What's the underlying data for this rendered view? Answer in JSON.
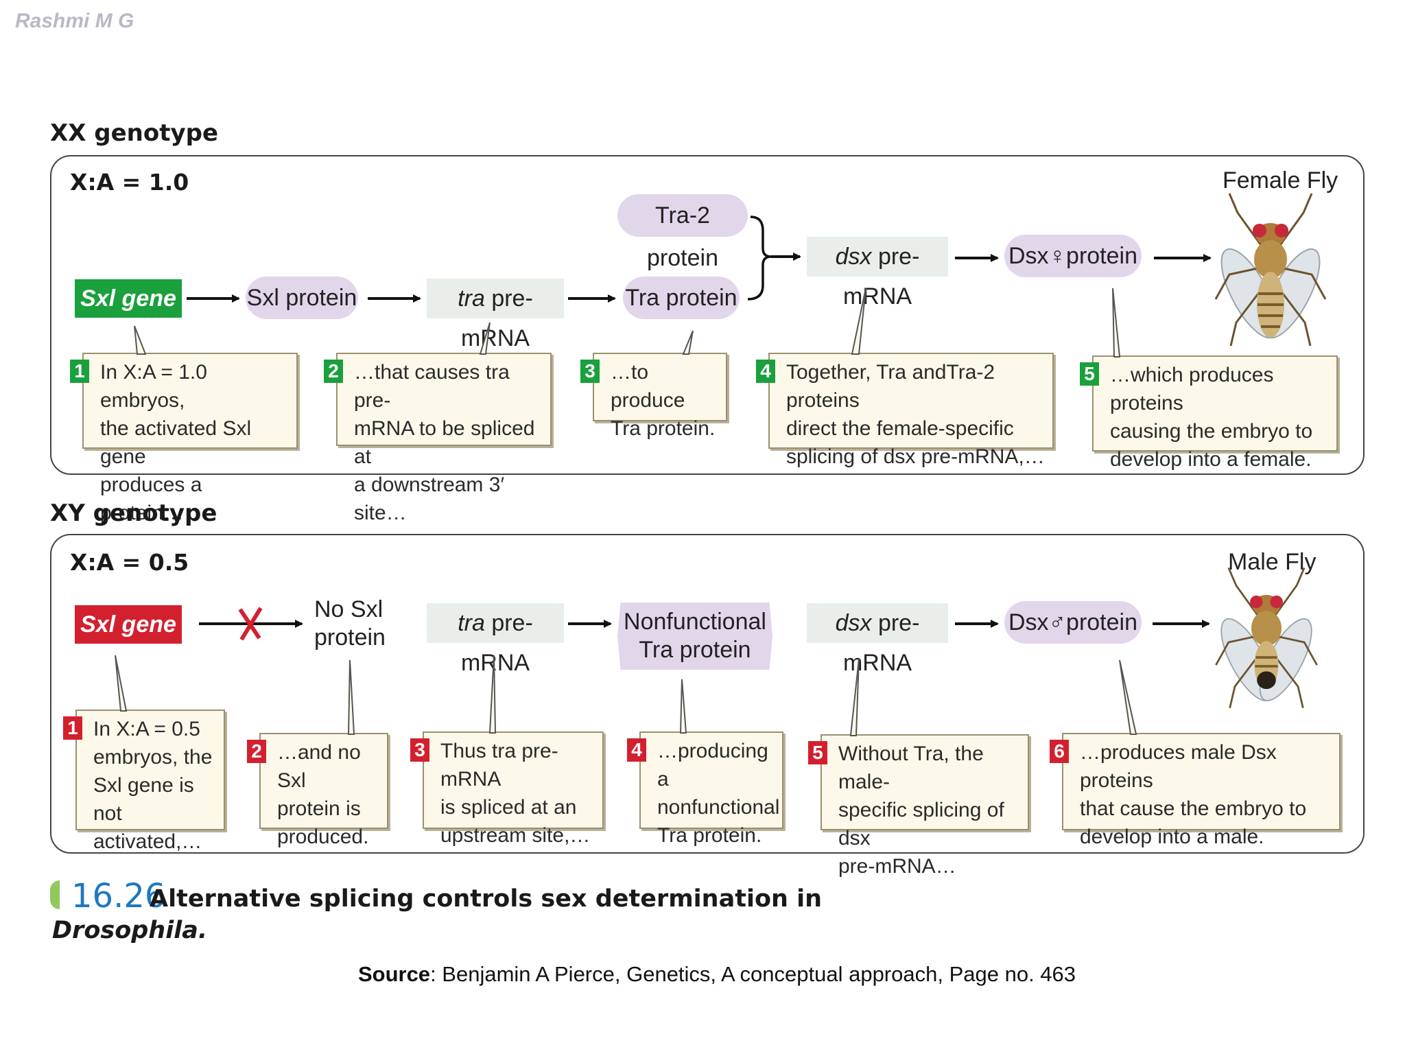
{
  "author": "Rashmi M G",
  "xx": {
    "title": "XX genotype",
    "ratio": "X:A = 1.0",
    "sxl_gene": "Sxl gene",
    "sxl_protein": "Sxl protein",
    "tra_pre_mrna_italic": "tra",
    "tra_pre_mrna_rest": " pre-mRNA",
    "tra2_protein": "Tra-2 protein",
    "tra_protein": "Tra protein",
    "dsx_pre_mrna_italic": "dsx",
    "dsx_pre_mrna_rest": " pre-mRNA",
    "dsx_protein": "Dsx♀protein",
    "fly_label": "Female Fly",
    "notes": [
      {
        "num": "1",
        "lines": [
          "In X:A = 1.0 embryos,",
          "the activated Sxl gene",
          "produces a protein…"
        ]
      },
      {
        "num": "2",
        "lines": [
          "…that causes tra pre-",
          "mRNA to be spliced at",
          "a downstream 3′ site…"
        ]
      },
      {
        "num": "3",
        "lines": [
          "…to produce",
          "Tra protein."
        ]
      },
      {
        "num": "4",
        "lines": [
          "Together, Tra andTra-2 proteins",
          "direct the female-specific",
          "splicing of dsx pre-mRNA,…"
        ]
      },
      {
        "num": "5",
        "lines": [
          "…which produces proteins",
          "causing the embryo to",
          "develop into a female."
        ]
      }
    ]
  },
  "xy": {
    "title": "XY genotype",
    "ratio": "X:A = 0.5",
    "sxl_gene": "Sxl gene",
    "no_sxl_line1": "No Sxl",
    "no_sxl_line2": "protein",
    "tra_pre_mrna_italic": "tra",
    "tra_pre_mrna_rest": " pre-mRNA",
    "nonfunctional_line1": "Nonfunctional",
    "nonfunctional_line2": "Tra protein",
    "dsx_pre_mrna_italic": "dsx",
    "dsx_pre_mrna_rest": " pre-mRNA",
    "dsx_protein": "Dsx♂protein",
    "fly_label": "Male Fly",
    "notes": [
      {
        "num": "1",
        "lines": [
          "In X:A = 0.5",
          "embryos, the",
          "Sxl gene is not",
          "activated,…"
        ]
      },
      {
        "num": "2",
        "lines": [
          "…and no Sxl",
          "protein is",
          "produced."
        ]
      },
      {
        "num": "3",
        "lines": [
          "Thus tra pre-mRNA",
          "is spliced at an",
          "upstream site,…"
        ]
      },
      {
        "num": "4",
        "lines": [
          "…producing a",
          "nonfunctional",
          "Tra protein."
        ]
      },
      {
        "num": "5",
        "lines": [
          "Without Tra, the male-",
          "specific splicing of dsx",
          "pre-mRNA…"
        ]
      },
      {
        "num": "6",
        "lines": [
          "…produces male Dsx proteins",
          "that cause the embryo to",
          "develop into a male."
        ]
      }
    ]
  },
  "caption": {
    "number": "16.26",
    "text": "Alternative splicing controls sex determination in",
    "text2": "Drosophila."
  },
  "source": {
    "label": "Source",
    "text": ": Benjamin A Pierce, Genetics, A conceptual approach, Page no. 463"
  },
  "colors": {
    "gene_on": "#1aa03c",
    "gene_off": "#d3202f",
    "protein_fill": "#e2d6ea",
    "rna_fill": "#e8eee9",
    "note_fill": "#fdf9ea",
    "caption_number": "#1e78c0"
  },
  "icons": [
    "fly-female-icon",
    "fly-male-icon",
    "blocked-cross-icon",
    "arrow-icon",
    "brace-icon"
  ]
}
